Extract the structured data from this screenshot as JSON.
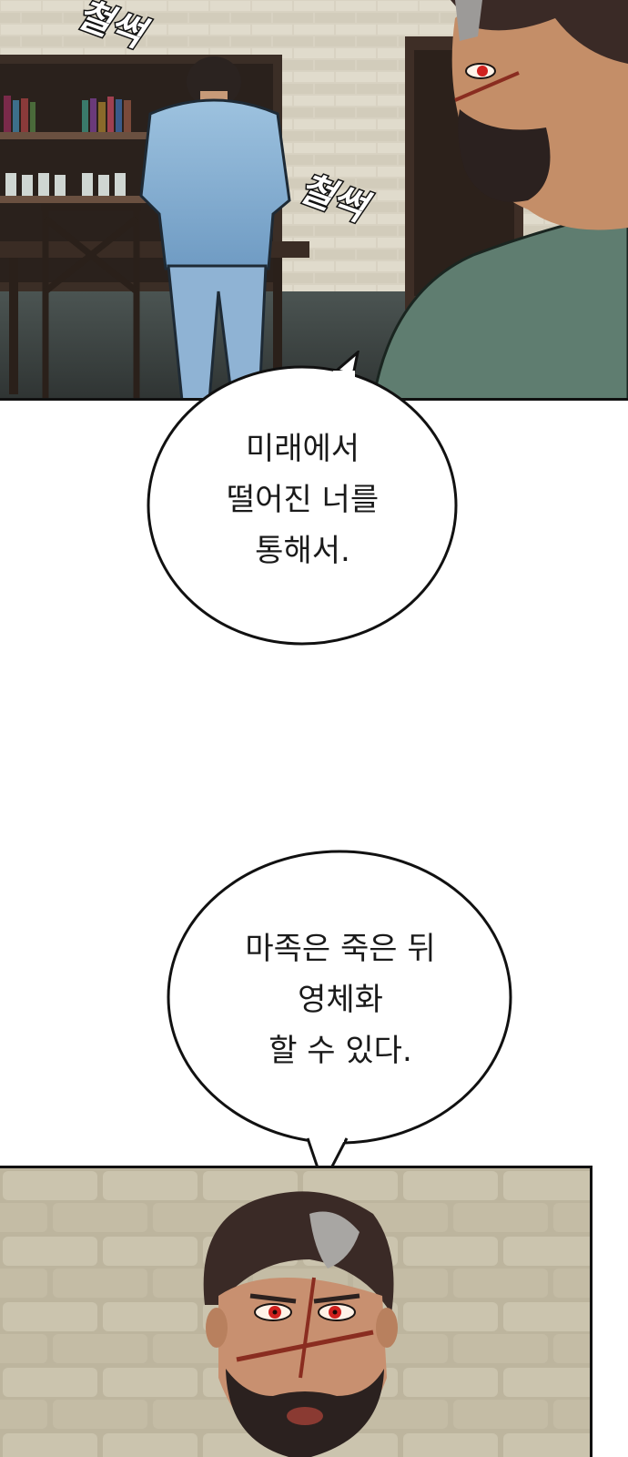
{
  "panel_top": {
    "sfx_1": "철썩",
    "sfx_2": "철썩"
  },
  "bubble_1": {
    "lines": [
      "미래에서",
      "떨어진 너를",
      "통해서."
    ]
  },
  "bubble_2": {
    "lines": [
      "마족은 죽은 뒤",
      "영체화",
      "할 수 있다."
    ]
  },
  "colors": {
    "wall": "#d9d3c1",
    "shirt": "#8fb6d6",
    "hair": "#3a2a26",
    "beard": "#2b211f",
    "eye": "#d0211e",
    "cloak": "#5f7d70",
    "stone": "#c8c0a9"
  }
}
